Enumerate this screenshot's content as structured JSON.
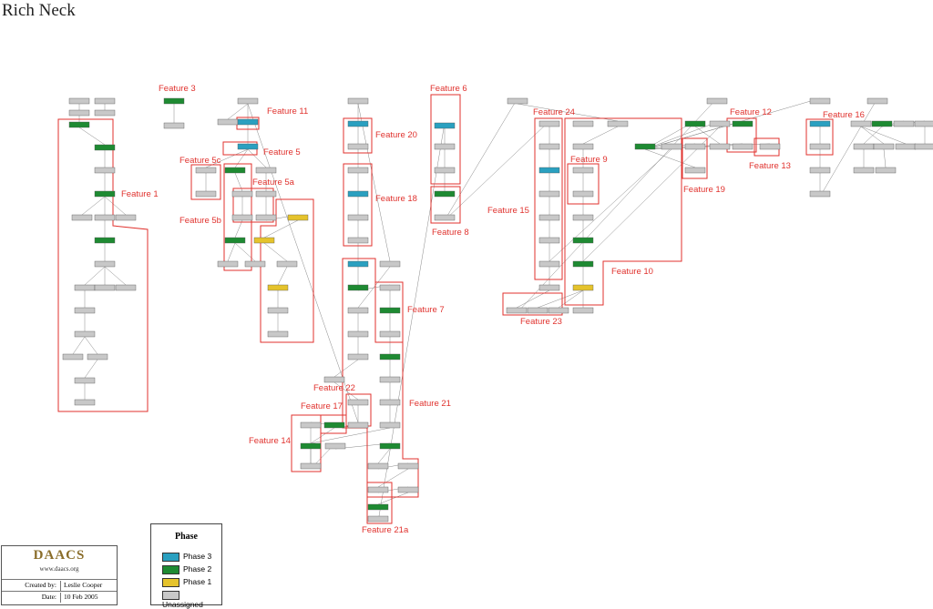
{
  "title": "Rich Neck",
  "colors": {
    "phase3": "#2aa0c0",
    "phase2": "#1e8a32",
    "phase1": "#e5c32c",
    "unassigned": "#c8c8c8",
    "feature": "#e0322e"
  },
  "legend": {
    "title": "Phase",
    "items": [
      {
        "label": "Phase 3",
        "color": "#2aa0c0"
      },
      {
        "label": "Phase 2",
        "color": "#1e8a32"
      },
      {
        "label": "Phase 1",
        "color": "#e5c32c"
      },
      {
        "label": "Unassigned",
        "color": "#c8c8c8"
      }
    ]
  },
  "logo": {
    "name": "DAACS",
    "url": "www.daacs.org",
    "created_by_label": "Created by:",
    "created_by": "Leslie Cooper",
    "date_label": "Date:",
    "date": "10 Feb 2005"
  },
  "features": [
    "Feature 1",
    "Feature 3",
    "Feature 5",
    "Feature 5a",
    "Feature 5b",
    "Feature 5c",
    "Feature 6",
    "Feature 7",
    "Feature 8",
    "Feature 9",
    "Feature 10",
    "Feature 11",
    "Feature 12",
    "Feature 13",
    "Feature 14",
    "Feature 15",
    "Feature 16",
    "Feature 17",
    "Feature 18",
    "Feature 19",
    "Feature 20",
    "Feature 21",
    "Feature 21a",
    "Feature 22",
    "Feature 23",
    "Feature 24"
  ]
}
